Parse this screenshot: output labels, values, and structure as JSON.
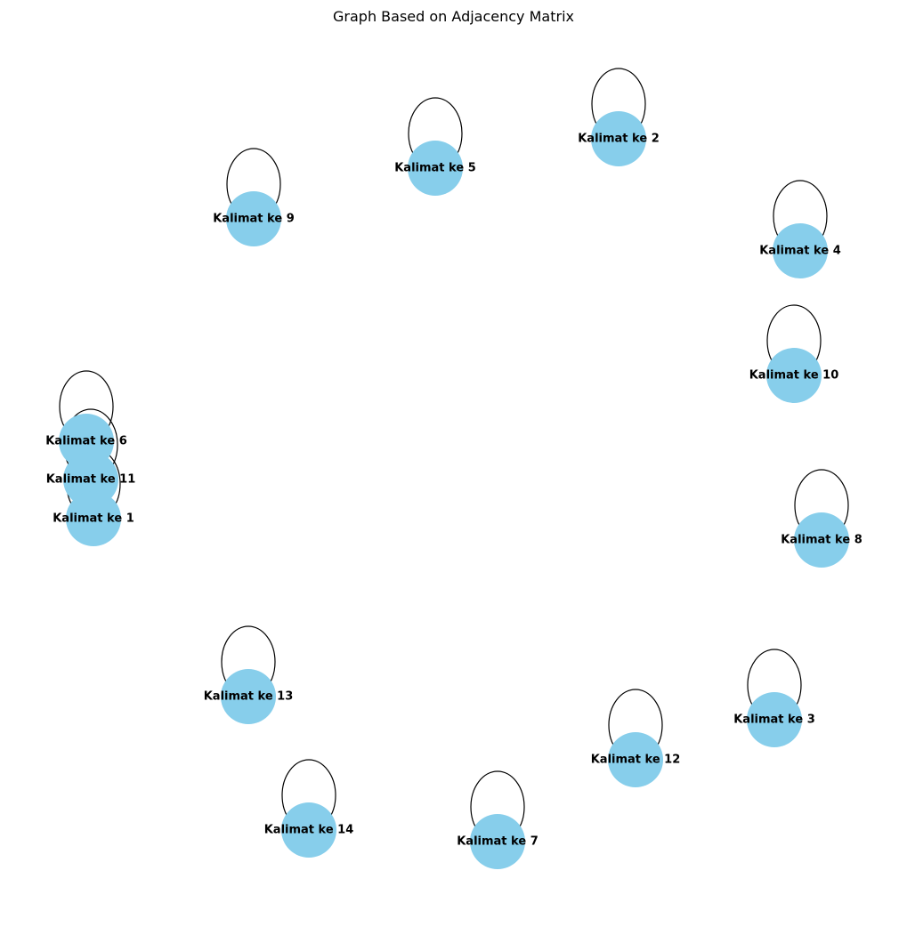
{
  "title": "Graph Based on Adjacency Matrix",
  "colors": {
    "node_fill": "#87ceeb",
    "edge": "#000000",
    "label": "#000000",
    "background": "#ffffff"
  },
  "graph": {
    "nodes": [
      {
        "id": "6",
        "label": "Kalimat ke 6"
      },
      {
        "id": "11",
        "label": "Kalimat ke 11"
      },
      {
        "id": "1",
        "label": "Kalimat ke 1"
      },
      {
        "id": "9",
        "label": "Kalimat ke 9"
      },
      {
        "id": "5",
        "label": "Kalimat ke 5"
      },
      {
        "id": "2",
        "label": "Kalimat ke 2"
      },
      {
        "id": "4",
        "label": "Kalimat ke 4"
      },
      {
        "id": "10",
        "label": "Kalimat ke 10"
      },
      {
        "id": "8",
        "label": "Kalimat ke 8"
      },
      {
        "id": "13",
        "label": "Kalimat ke 13"
      },
      {
        "id": "3",
        "label": "Kalimat ke 3"
      },
      {
        "id": "12",
        "label": "Kalimat ke 12"
      },
      {
        "id": "14",
        "label": "Kalimat ke 14"
      },
      {
        "id": "7",
        "label": "Kalimat ke 7"
      }
    ],
    "edges": [
      {
        "from": "1",
        "to": "1"
      },
      {
        "from": "2",
        "to": "2"
      },
      {
        "from": "3",
        "to": "3"
      },
      {
        "from": "4",
        "to": "4"
      },
      {
        "from": "5",
        "to": "5"
      },
      {
        "from": "6",
        "to": "6"
      },
      {
        "from": "7",
        "to": "7"
      },
      {
        "from": "8",
        "to": "8"
      },
      {
        "from": "9",
        "to": "9"
      },
      {
        "from": "10",
        "to": "10"
      },
      {
        "from": "11",
        "to": "11"
      },
      {
        "from": "12",
        "to": "12"
      },
      {
        "from": "13",
        "to": "13"
      },
      {
        "from": "14",
        "to": "14"
      }
    ]
  }
}
